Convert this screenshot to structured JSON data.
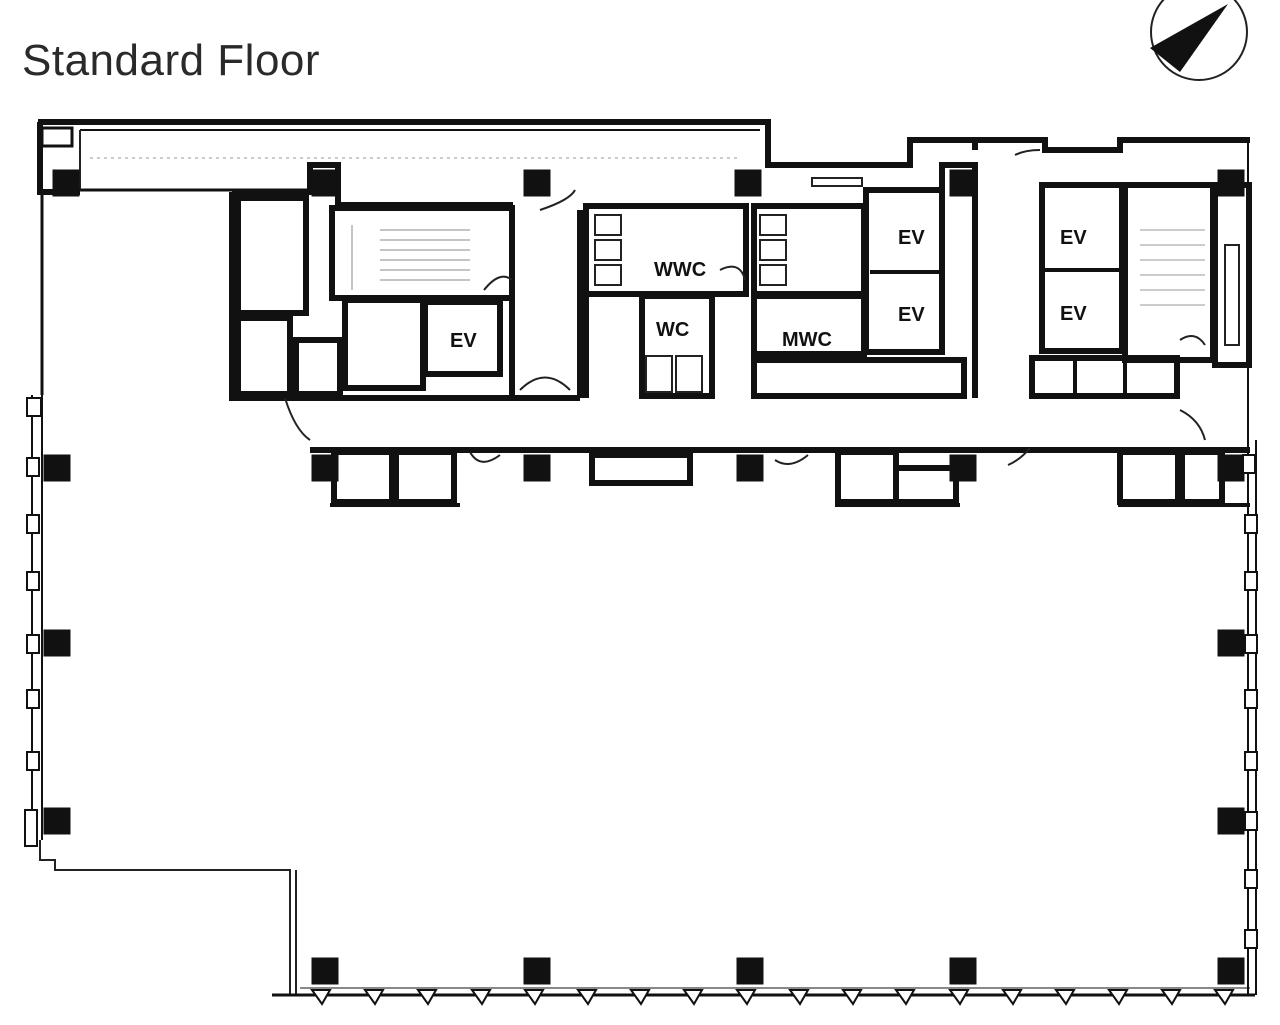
{
  "title": "Standard Floor",
  "compass": {
    "icon": "north-arrow-icon"
  },
  "rooms": {
    "ev_left": "EV",
    "wwc": "WWC",
    "wc": "WC",
    "mwc": "MWC",
    "ev_center_top": "EV",
    "ev_center_bottom": "EV",
    "ev_right_top": "EV",
    "ev_right_bottom": "EV"
  }
}
